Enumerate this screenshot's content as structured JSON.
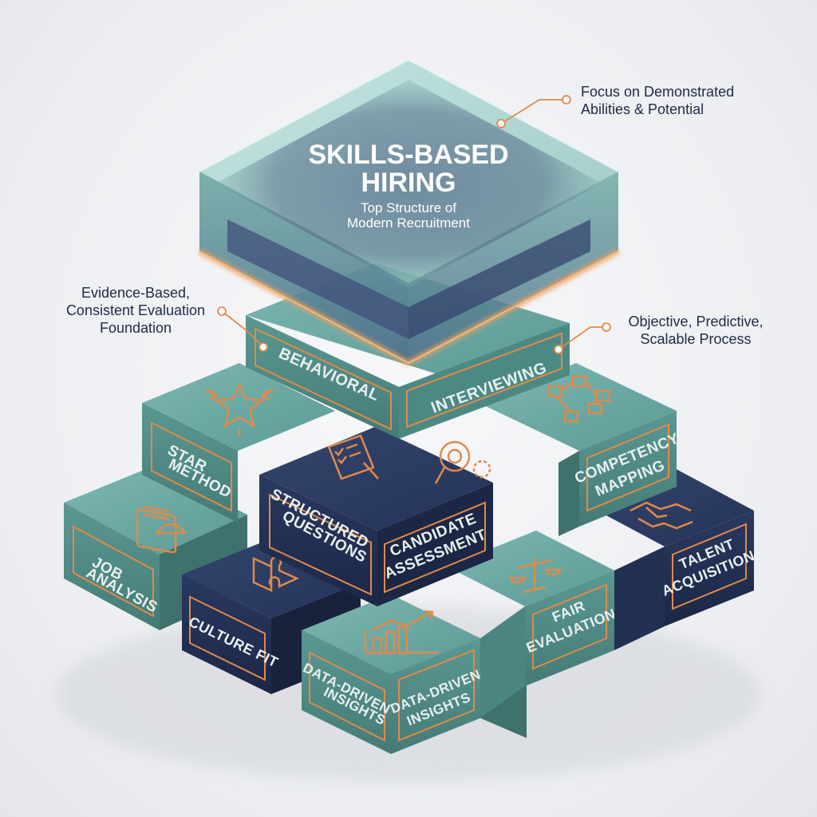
{
  "top_block": {
    "title_line1": "SKILLS-BASED",
    "title_line2": "HIRING",
    "subtitle_line1": "Top Structure of",
    "subtitle_line2": "Modern Recruitment"
  },
  "callouts": {
    "top_right": "Focus on Demonstrated\nAbilities & Potential",
    "left": "Evidence-Based,\nConsistent Evaluation\nFoundation",
    "right": "Objective, Predictive,\nScalable Process"
  },
  "blocks": {
    "behavioral": "BEHAVIORAL",
    "interviewing": "INTERVIEWING",
    "star_1": "STAR",
    "star_2": "METHOD",
    "competency_1": "COMPETENCY",
    "competency_2": "MAPPING",
    "structured_1": "STRUCTURED",
    "structured_2": "QUESTIONS",
    "candidate_1": "CANDIDATE",
    "candidate_2": "ASSESSMENT",
    "job_1": "JOB",
    "job_2": "ANALYSIS",
    "talent_1": "TALENT",
    "talent_2": "ACQUISITION",
    "culture": "CULTURE FIT",
    "fair_1": "FAIR",
    "fair_2": "EVALUATION",
    "data_left_1": "DATA-DRIVEN",
    "data_left_2": "INSIGHTS",
    "data_right_1": "DATA-DRIVEN",
    "data_right_2": "INSIGHTS"
  },
  "icons": {
    "star": "star-arrows-icon",
    "flowchart": "flowchart-icon",
    "checklist": "checklist-clipboard-icon",
    "magnifier": "magnifier-gear-icon",
    "clipboard": "clipboard-hardhat-icon",
    "handshake": "handshake-icon",
    "puzzle": "puzzle-icon",
    "scales": "scales-icon",
    "chart": "bar-chart-icon"
  },
  "colors": {
    "teal": "#5f9e9a",
    "navy": "#26345a",
    "accent": "#e08a4a",
    "glass": "#8fc9c0",
    "text": "#1f2a44"
  }
}
